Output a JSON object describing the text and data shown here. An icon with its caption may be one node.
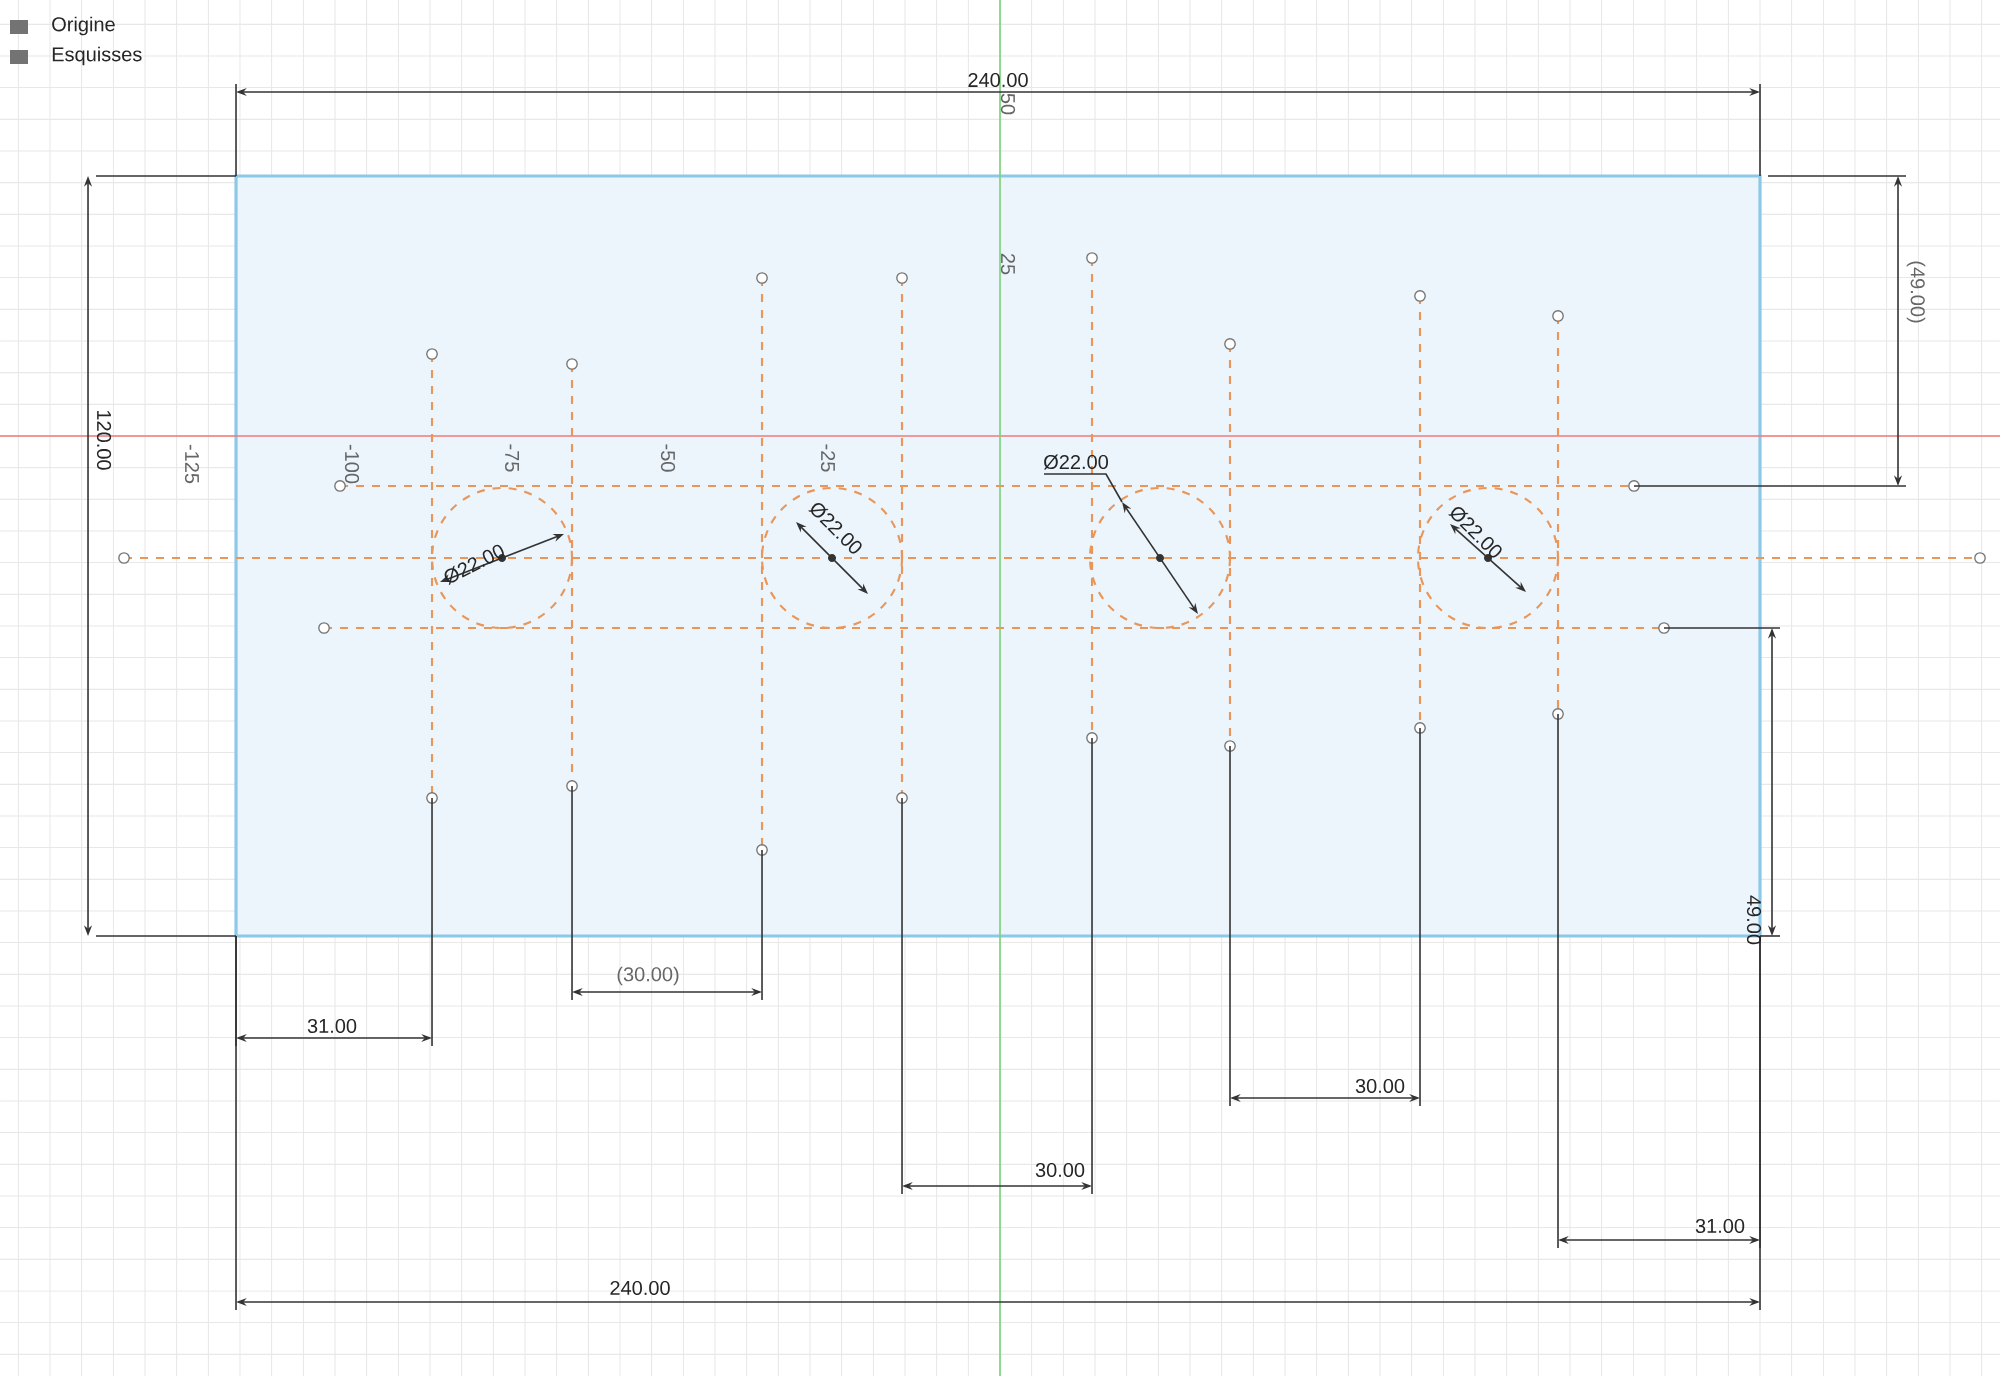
{
  "diagram": {
    "labels": [
      "Origine",
      "Esquisses",
      "240.00",
      "50",
      "(49.00)",
      "25",
      "120.00",
      "-125",
      "-100",
      "-75",
      "-50",
      "-25",
      "Ø22.00",
      "Ø22.00",
      "Ø22.00",
      "Ø22.00",
      "49.00",
      "(30.00)",
      "31.00",
      "30.00",
      "30.00",
      "31.00",
      "240.00"
    ]
  }
}
